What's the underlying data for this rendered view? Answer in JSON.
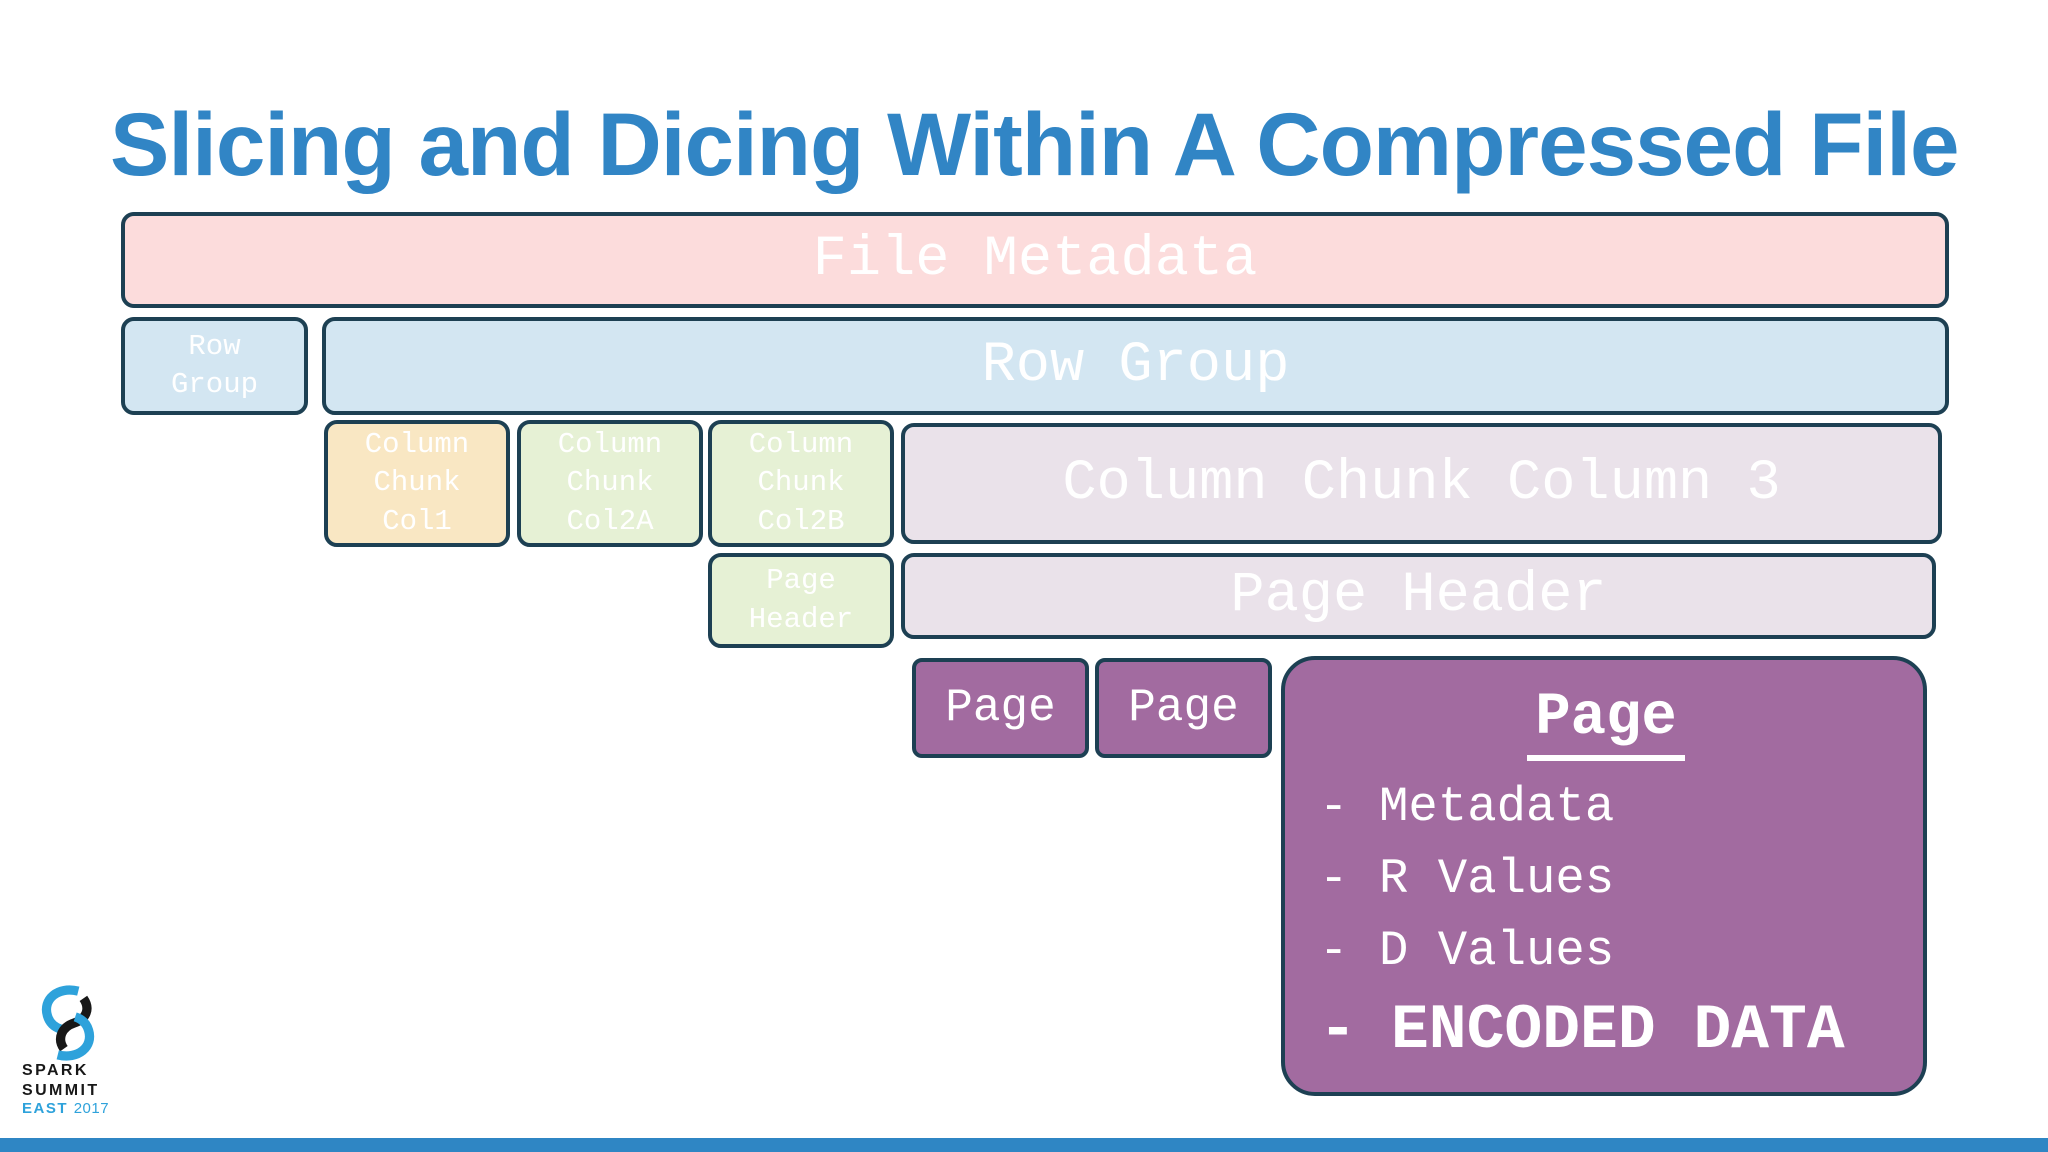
{
  "title": "Slicing and Dicing Within A Compressed File",
  "diagram": {
    "file_metadata": {
      "label": "File Metadata"
    },
    "row_group_small": {
      "line1": "Row",
      "line2": "Group"
    },
    "row_group": {
      "label": "Row Group"
    },
    "col_chunk_1": {
      "line1": "Column",
      "line2": "Chunk",
      "line3": "Col1"
    },
    "col_chunk_2a": {
      "line1": "Column",
      "line2": "Chunk",
      "line3": "Col2A"
    },
    "col_chunk_2b": {
      "line1": "Column",
      "line2": "Chunk",
      "line3": "Col2B"
    },
    "col_chunk_3": {
      "label": "Column Chunk Column 3"
    },
    "page_header_small": {
      "line1": "Page",
      "line2": "Header"
    },
    "page_header": {
      "label": "Page Header"
    },
    "page_1": {
      "label": "Page"
    },
    "page_2": {
      "label": "Page"
    },
    "page_detail": {
      "heading": "Page",
      "items": [
        {
          "dash": "-",
          "label": "Metadata"
        },
        {
          "dash": "-",
          "label": "R Values"
        },
        {
          "dash": "-",
          "label": "D Values"
        },
        {
          "dash": "-",
          "label": "ENCODED DATA"
        }
      ]
    }
  },
  "footer": {
    "logo": {
      "word1": "SPARK",
      "word2": "SUMMIT",
      "word3": "EAST",
      "year": "2017"
    }
  },
  "colors": {
    "title_blue": "#3185c5",
    "border_navy": "#1d4053",
    "file_metadata_pink": "#fcdcdc",
    "row_group_blue": "#d3e6f2",
    "col1_orange": "#f9e7c3",
    "col2_green": "#e6f1d5",
    "col3_lavender": "#eae2ea",
    "page_purple": "#a26ba0",
    "footer_bar_blue": "#2f86c4",
    "logo_blue": "#2ea2db",
    "logo_black": "#181818"
  }
}
